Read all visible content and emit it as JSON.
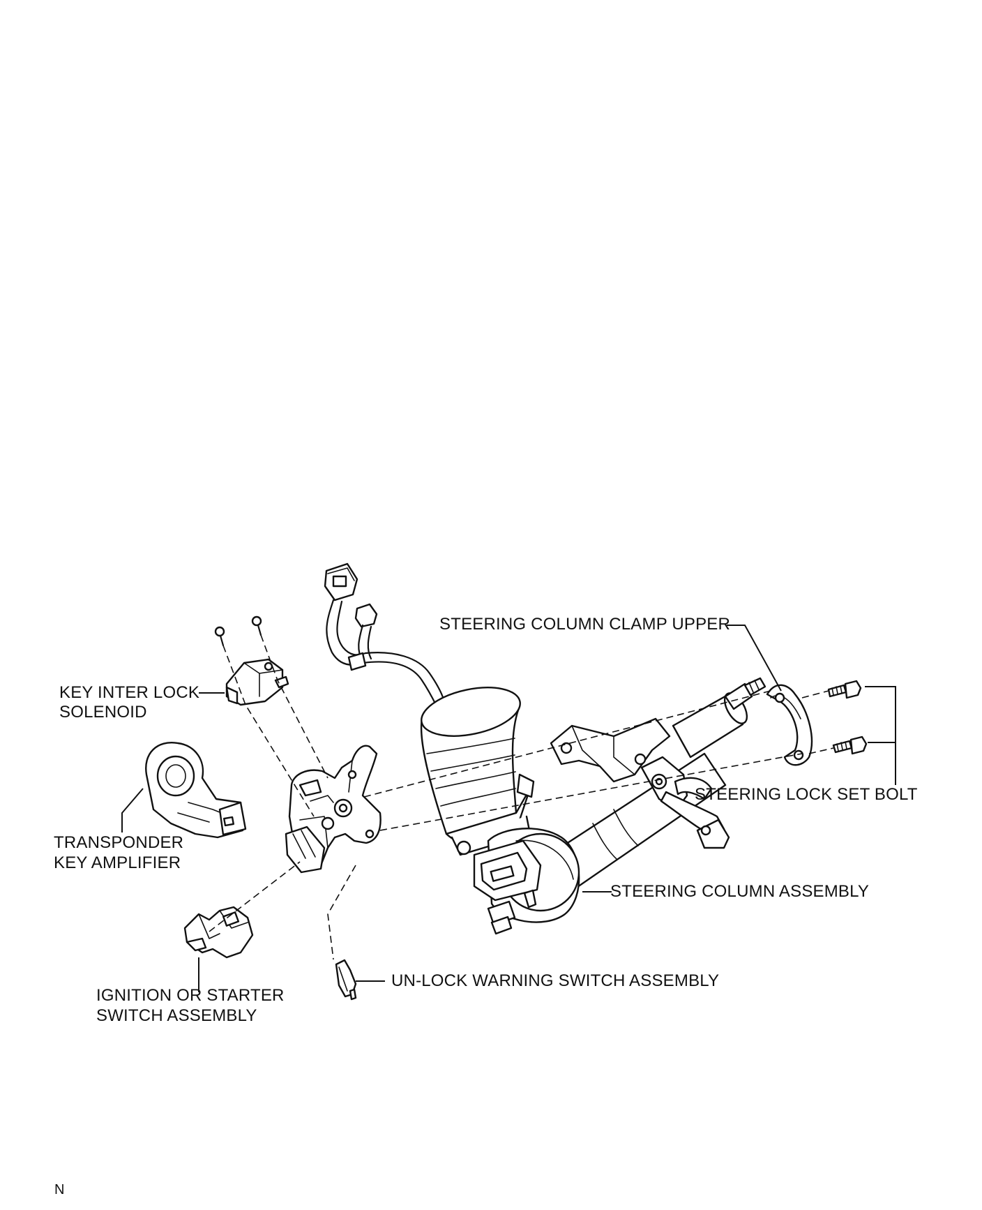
{
  "labels": {
    "steering_column_clamp_upper": "STEERING COLUMN CLAMP UPPER",
    "key_inter_lock_solenoid_line1": "KEY INTER LOCK",
    "key_inter_lock_solenoid_line2": "SOLENOID",
    "steering_lock_set_bolt": "STEERING LOCK SET BOLT",
    "transponder_key_amplifier_line1": "TRANSPONDER",
    "transponder_key_amplifier_line2": "KEY AMPLIFIER",
    "steering_column_assembly": "STEERING COLUMN ASSEMBLY",
    "ignition_or_starter_switch_line1": "IGNITION OR STARTER",
    "ignition_or_starter_switch_line2": "SWITCH ASSEMBLY",
    "un_lock_warning_switch_assembly": "UN-LOCK WARNING SWITCH ASSEMBLY",
    "corner_mark": "N"
  }
}
